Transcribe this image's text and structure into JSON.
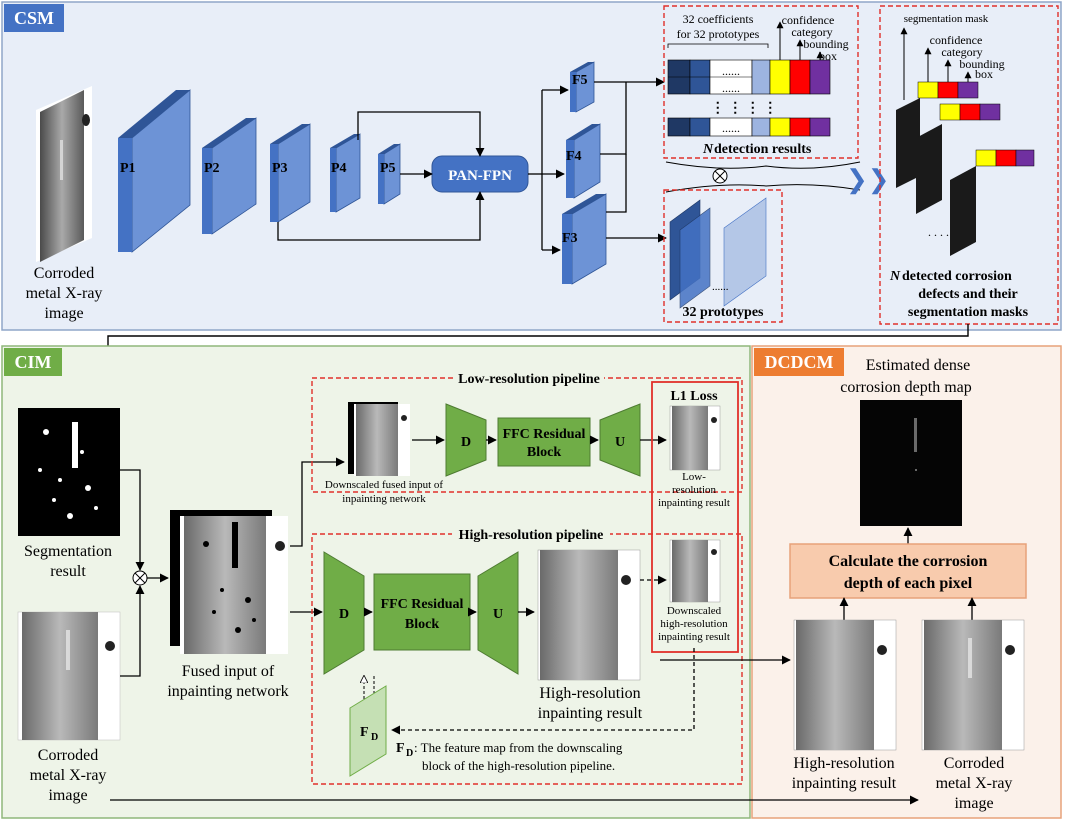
{
  "colors": {
    "csm_bg": "#e8eef8",
    "csm_border": "#8fa6c8",
    "csm_tag": "#4472c4",
    "cim_bg": "#eef4e8",
    "cim_border": "#8fb77a",
    "cim_tag": "#70ad47",
    "dcdcm_bg": "#fbf1ea",
    "dcdcm_border": "#e7a27a",
    "dcdcm_tag": "#ed7d31",
    "layer_blue": "#4472c4",
    "layer_blue_light": "#9db4e0",
    "block_green": "#70ad47",
    "calc_box": "#f8cbad",
    "dashed_red": "#e0302a",
    "solid_red": "#e0302a",
    "yellow": "#ffff00",
    "red": "#ff0000",
    "purple": "#7030a0"
  },
  "csm": {
    "tag": "CSM",
    "input_label": [
      "Corroded",
      "metal X-ray",
      "image"
    ],
    "backbone": [
      "P1",
      "P2",
      "P3",
      "P4",
      "P5"
    ],
    "neck": "PAN-FPN",
    "heads": [
      "F5",
      "F4",
      "F3"
    ],
    "coeff_label": [
      "32 coefficients",
      "for 32 prototypes"
    ],
    "confidence": "confidence",
    "category": "category",
    "bounding": "bounding",
    "box": "box",
    "ellipsis": "......",
    "vdots": "⋮  ⋮  ⋮  ⋮",
    "n_detection": "N",
    "n_detection_rest": " detection results",
    "otimes": "⊗",
    "prototypes_label": "32 prototypes",
    "seg_mask": "segmentation mask",
    "detected_n": "N",
    "detected_rest": [
      " detected corrosion",
      "defects and their",
      "segmentation masks"
    ],
    "chevron": "❯❯"
  },
  "cim": {
    "tag": "CIM",
    "segmentation_label": [
      "Segmentation",
      "result"
    ],
    "corroded_label": [
      "Corroded",
      "metal X-ray",
      "image"
    ],
    "fused_label": [
      "Fused input of",
      "inpainting network"
    ],
    "low_pipeline": "Low-resolution pipeline",
    "high_pipeline": "High-resolution pipeline",
    "downscaled_fused": [
      "Downscaled fused input of",
      "inpainting network"
    ],
    "d": "D",
    "u": "U",
    "ffc": [
      "FFC Residual",
      "Block"
    ],
    "l1_loss": "L1 Loss",
    "low_result": [
      "Low-",
      "resolution",
      "inpainting result"
    ],
    "downscaled_high": [
      "Downscaled",
      "high-resolution",
      "inpainting result"
    ],
    "high_result": [
      "High-resolution",
      "inpainting result"
    ],
    "fd": "F",
    "fd_sub": "D",
    "fd_desc_1": ": The feature map from the downscaling",
    "fd_desc_2": "block of the high-resolution pipeline."
  },
  "dcdcm": {
    "tag": "DCDCM",
    "estimated_label": [
      "Estimated dense",
      "corrosion depth map"
    ],
    "calc_label": [
      "Calculate the corrosion",
      "depth of each pixel"
    ],
    "high_result": [
      "High-resolution",
      "inpainting result"
    ],
    "corroded_label": [
      "Corroded",
      "metal X-ray",
      "image"
    ]
  }
}
